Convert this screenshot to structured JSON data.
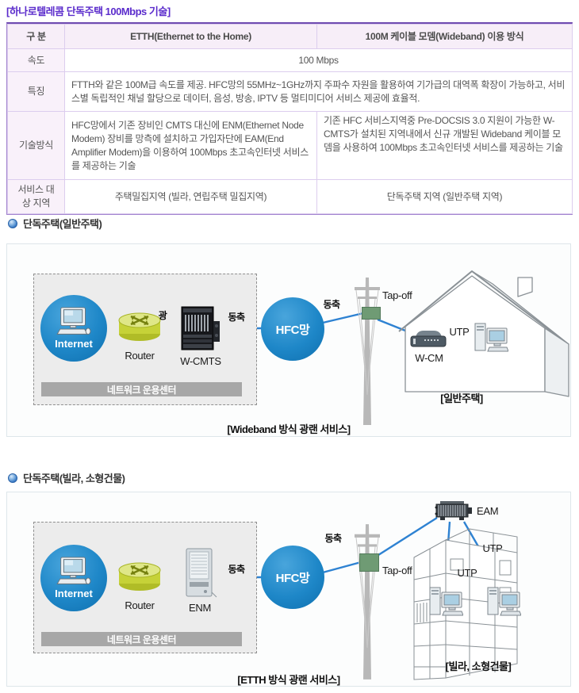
{
  "title": "[하나로텔레콤 단독주택 100Mbps 기술]",
  "table": {
    "col_headers": [
      "구 분",
      "ETTH(Ethernet to the Home)",
      "100M 케이블 모뎀(Wideband) 이용 방식"
    ],
    "speed": {
      "label": "속도",
      "value": "100 Mbps"
    },
    "feature": {
      "label": "특징",
      "value": "FTTH와 같은 100M급 속도를 제공. HFC망의 55MHz~1GHz까지 주파수 자원을 활용하여 기가급의 대역폭 확장이 가능하고, 서비스별 독립적인 채널 할당으로 데이터, 음성, 방송, IPTV 등 멀티미디어 서비스 제공에 효율적."
    },
    "method": {
      "label": "기술방식",
      "etth": "HFC망에서 기존 장비인 CMTS 대신에 ENM(Ethernet Node Modem) 장비를 망측에 설치하고 가입자단에 EAM(End Amplifier Modem)을 이용하여 100Mbps 초고속인터넷 서비스를 제공하는 기술",
      "wideband": "기존 HFC 서비스지역중 Pre-DOCSIS 3.0 지원이 가능한 W-CMTS가 설치된 지역내에서 신규 개발된 Wideband 케이블 모뎀을 사용하여 100Mbps 초고속인터넷 서비스를 제공하는 기술"
    },
    "area": {
      "label": "서비스 대상 지역",
      "etth": "주택밀집지역 (빌라, 연립주택 밀집지역)",
      "wideband": "단독주택 지역 (일반주택 지역)"
    }
  },
  "diagram1": {
    "heading": "단독주택(일반주택)",
    "internet": "Internet",
    "router": "Router",
    "optical": "광",
    "cmts": "W-CMTS",
    "coax1": "동축",
    "hfc": "HFC망",
    "coax2": "동축",
    "tapoff": "Tap-off",
    "wcm": "W-CM",
    "utp": "UTP",
    "premise": "[일반주택]",
    "noc": "네트워크 운용센터",
    "caption": "[Wideband 방식 광랜 서비스]"
  },
  "diagram2": {
    "heading": "단독주택(빌라, 소형건물)",
    "internet": "Internet",
    "router": "Router",
    "enm": "ENM",
    "coax1": "동축",
    "hfc": "HFC망",
    "coax2": "동축",
    "tapoff": "Tap-off",
    "eam": "EAM",
    "utp1": "UTP",
    "utp2": "UTP",
    "premise": "[빌라, 소형건물]",
    "noc": "네트워크 운용센터",
    "caption": "[ETTH 방식 광랜 서비스]"
  },
  "colors": {
    "title_purple": "#5b2ccc",
    "table_border_purple": "#a283cf",
    "table_header_bg": "#f7eef8",
    "node_blue": "#1e87c8",
    "line_blue": "#2e82d2",
    "router_yellow": "#c6d238",
    "tapoff_green": "#6f9b74",
    "noc_bar_gray": "#a7a7a7"
  },
  "icons": {
    "bullet": "blue-dot-bullet-icon",
    "internet": "desktop-computer-icon",
    "router": "router-cylinder-icon",
    "cmts": "rack-equipment-icon",
    "enm": "server-tower-icon",
    "pole": "utility-pole-icon",
    "tapoff": "tap-off-box-icon",
    "house": "house-outline-icon",
    "building": "building-wireframe-icon",
    "wcm": "cable-modem-icon",
    "eam": "amplifier-modem-icon",
    "pc": "desktop-pc-icon"
  }
}
